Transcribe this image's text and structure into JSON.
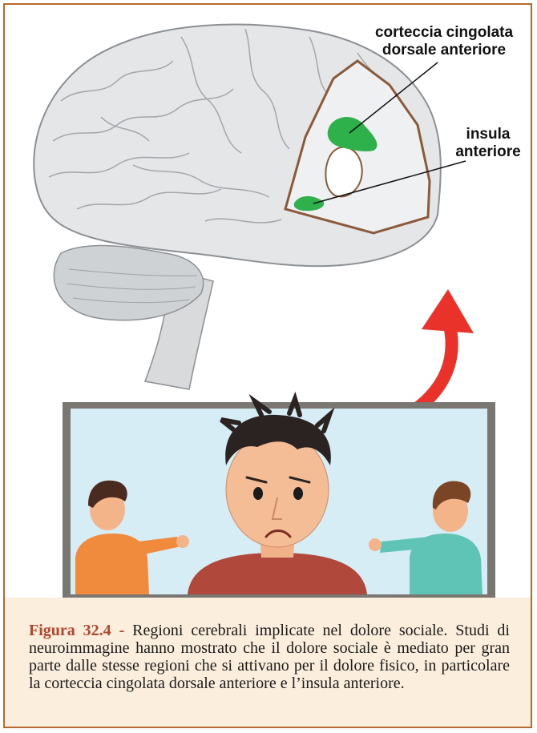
{
  "labels": {
    "acc_line1": "corteccia cingolata",
    "acc_line2": "dorsale anteriore",
    "insula_line1": "insula",
    "insula_line2": "anteriore"
  },
  "caption": {
    "figure_id": "Figura 32.4",
    "separator": " - ",
    "text": "Regioni cerebrali implicate nel dolore sociale. Studi di neuroimmagine hanno mostrato che il dolore sociale è mediato per gran parte dalle stesse regioni che si attivano per il dolore fisico, in particolare la corteccia cingolata dorsale anteriore e l’insula anteriore."
  },
  "colors": {
    "border": "#b86a2e",
    "caption_background": "#fbeedc",
    "figure_id": "#b5452c",
    "highlight_green": "#2eb04a",
    "arrow_red": "#e8322a",
    "screen_background": "#d7edf5"
  },
  "icons": [
    "brain-illustration",
    "curved-arrow",
    "sad-person",
    "pointing-person-left",
    "pointing-person-right"
  ]
}
